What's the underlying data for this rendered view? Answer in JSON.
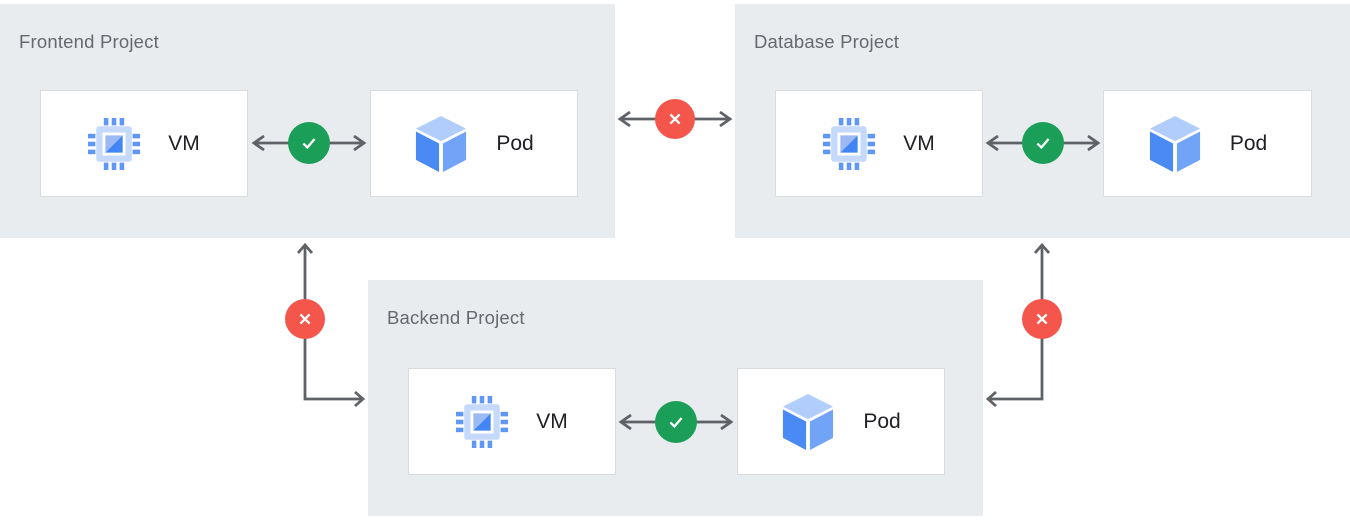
{
  "diagram": {
    "description": "Three cloud projects, each with a VM and Pod node; traffic allowed inside projects, blocked between projects",
    "colors": {
      "project_background": "#e8ecef",
      "node_background": "#ffffff",
      "node_border": "#d9dcdf",
      "line_gray": "#5f6368",
      "allowed_green": "#1b9e58",
      "blocked_red": "#f4564c",
      "title_gray": "#66696d",
      "label_color": "#202124",
      "icon_blue": "#4285f4",
      "icon_blue_medium": "#5e97f6",
      "icon_blue_light": "#c5d9fc",
      "icon_blue_pale": "#9db9f3"
    },
    "projects": [
      {
        "id": "frontend",
        "title": "Frontend Project",
        "nodes": [
          {
            "label": "VM",
            "icon": "vm-chip-icon"
          },
          {
            "label": "Pod",
            "icon": "pod-cube-icon"
          }
        ],
        "internal_connection": {
          "status": "allowed",
          "icon": "check-icon",
          "direction": "bidirectional"
        }
      },
      {
        "id": "database",
        "title": "Database Project",
        "nodes": [
          {
            "label": "VM",
            "icon": "vm-chip-icon"
          },
          {
            "label": "Pod",
            "icon": "pod-cube-icon"
          }
        ],
        "internal_connection": {
          "status": "allowed",
          "icon": "check-icon",
          "direction": "bidirectional"
        }
      },
      {
        "id": "backend",
        "title": "Backend Project",
        "nodes": [
          {
            "label": "VM",
            "icon": "vm-chip-icon"
          },
          {
            "label": "Pod",
            "icon": "pod-cube-icon"
          }
        ],
        "internal_connection": {
          "status": "allowed",
          "icon": "check-icon",
          "direction": "bidirectional"
        }
      }
    ],
    "cross_project_connections": [
      {
        "from": "Frontend Project",
        "to": "Database Project",
        "status": "blocked",
        "icon": "x-icon",
        "direction": "bidirectional"
      },
      {
        "from": "Frontend Project",
        "to": "Backend Project",
        "status": "blocked",
        "icon": "x-icon",
        "direction": "bidirectional"
      },
      {
        "from": "Database Project",
        "to": "Backend Project",
        "status": "blocked",
        "icon": "x-icon",
        "direction": "bidirectional"
      }
    ]
  }
}
